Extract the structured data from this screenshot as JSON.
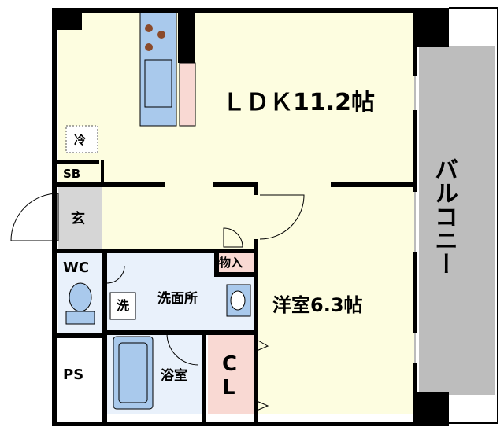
{
  "rooms": {
    "ldk": "ＬＤＫ11.2帖",
    "western_room": "洋室6.3帖",
    "balcony": "バルコニー",
    "washroom": "洗面所",
    "bathroom": "浴室",
    "closet_c": "C",
    "closet_l": "L",
    "wc": "WC",
    "ps": "PS",
    "entrance": "玄",
    "shoe_box": "SB",
    "storage": "物入",
    "refrigerator": "冷",
    "washer": "洗"
  },
  "colors": {
    "wall": "#000000",
    "floor": "#fdfde0",
    "wet_area": "#e9f1fb",
    "fixture_blue": "#a9c9ec",
    "closet_pink": "#f9d9d3",
    "balcony_gray": "#bdbdbd",
    "entrance_gray": "#d6d6d6",
    "stove_burner": "#8b4a2a"
  }
}
